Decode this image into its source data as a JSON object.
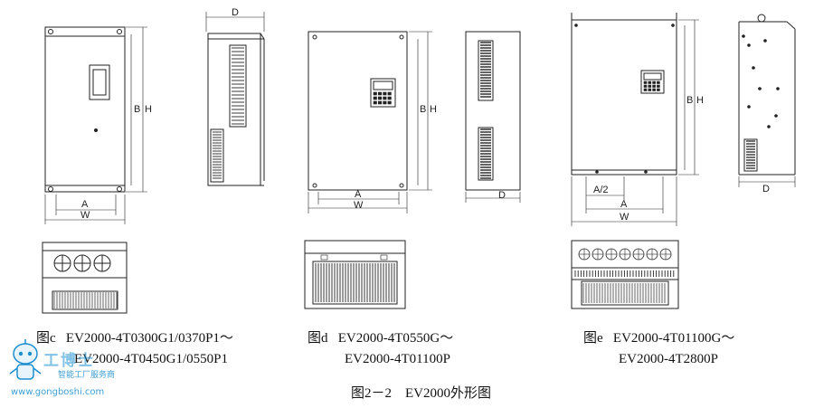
{
  "dim_labels": {
    "W": "W",
    "A": "A",
    "H": "H",
    "B": "B",
    "D": "D",
    "A_half": "A/2"
  },
  "captions": {
    "c": {
      "label": "图c",
      "line1": "EV2000-4T0300G1/0370P1～",
      "line2": "EV2000-4T0450G1/0550P1"
    },
    "d": {
      "label": "图d",
      "line1": "EV2000-4T0550G～",
      "line2": "EV2000-4T01100P"
    },
    "e": {
      "label": "图e",
      "line1": "EV2000-4T01100G～",
      "line2": "EV2000-4T2800P"
    }
  },
  "figure_title": "图2－2　EV2000外形图",
  "watermark": {
    "brand": "工博士",
    "tagline": "智能工厂服务商",
    "url": "www.gongboshi.com",
    "mascot": "robot-mascot-icon",
    "accent": "#1a8fd0"
  }
}
